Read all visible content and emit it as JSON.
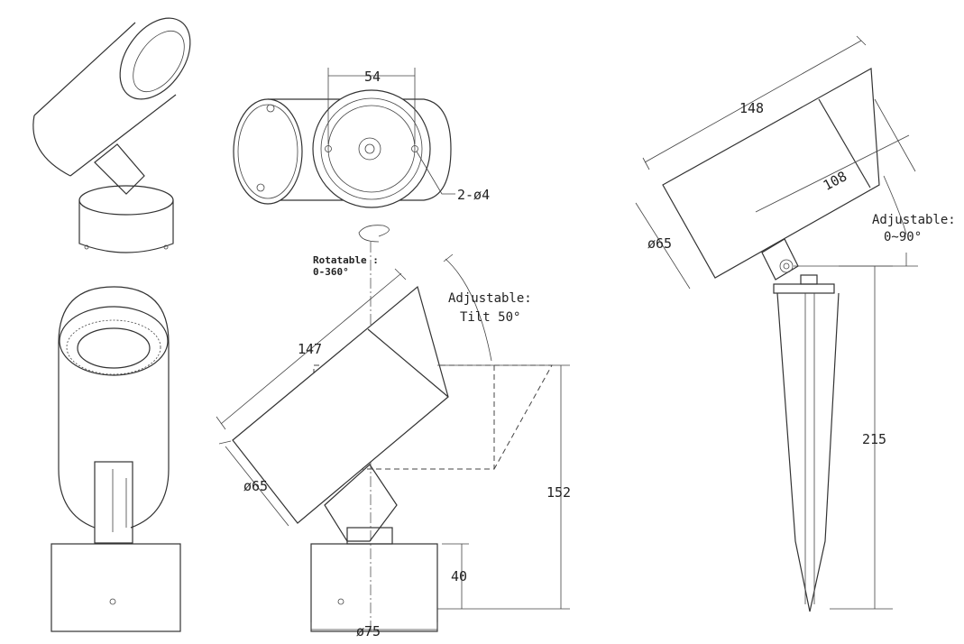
{
  "top_view": {
    "dim_hole_spacing": "54",
    "dim_holes": "2-ø4"
  },
  "side_view_tilt": {
    "rotatable_label": "Rotatable :",
    "rotatable_range": "0-360°",
    "adjustable_label": "Adjustable:",
    "tilt_range": "Tilt 50°",
    "dim_length": "147",
    "dim_diameter": "ø65",
    "dim_height": "152",
    "dim_base_height": "40",
    "dim_base_diameter": "ø75"
  },
  "side_view_spike": {
    "dim_length": "148",
    "dim_body_length": "108",
    "dim_diameter": "ø65",
    "adjustable_label": "Adjustable:",
    "adjust_range": "0~90°",
    "dim_height": "215"
  }
}
